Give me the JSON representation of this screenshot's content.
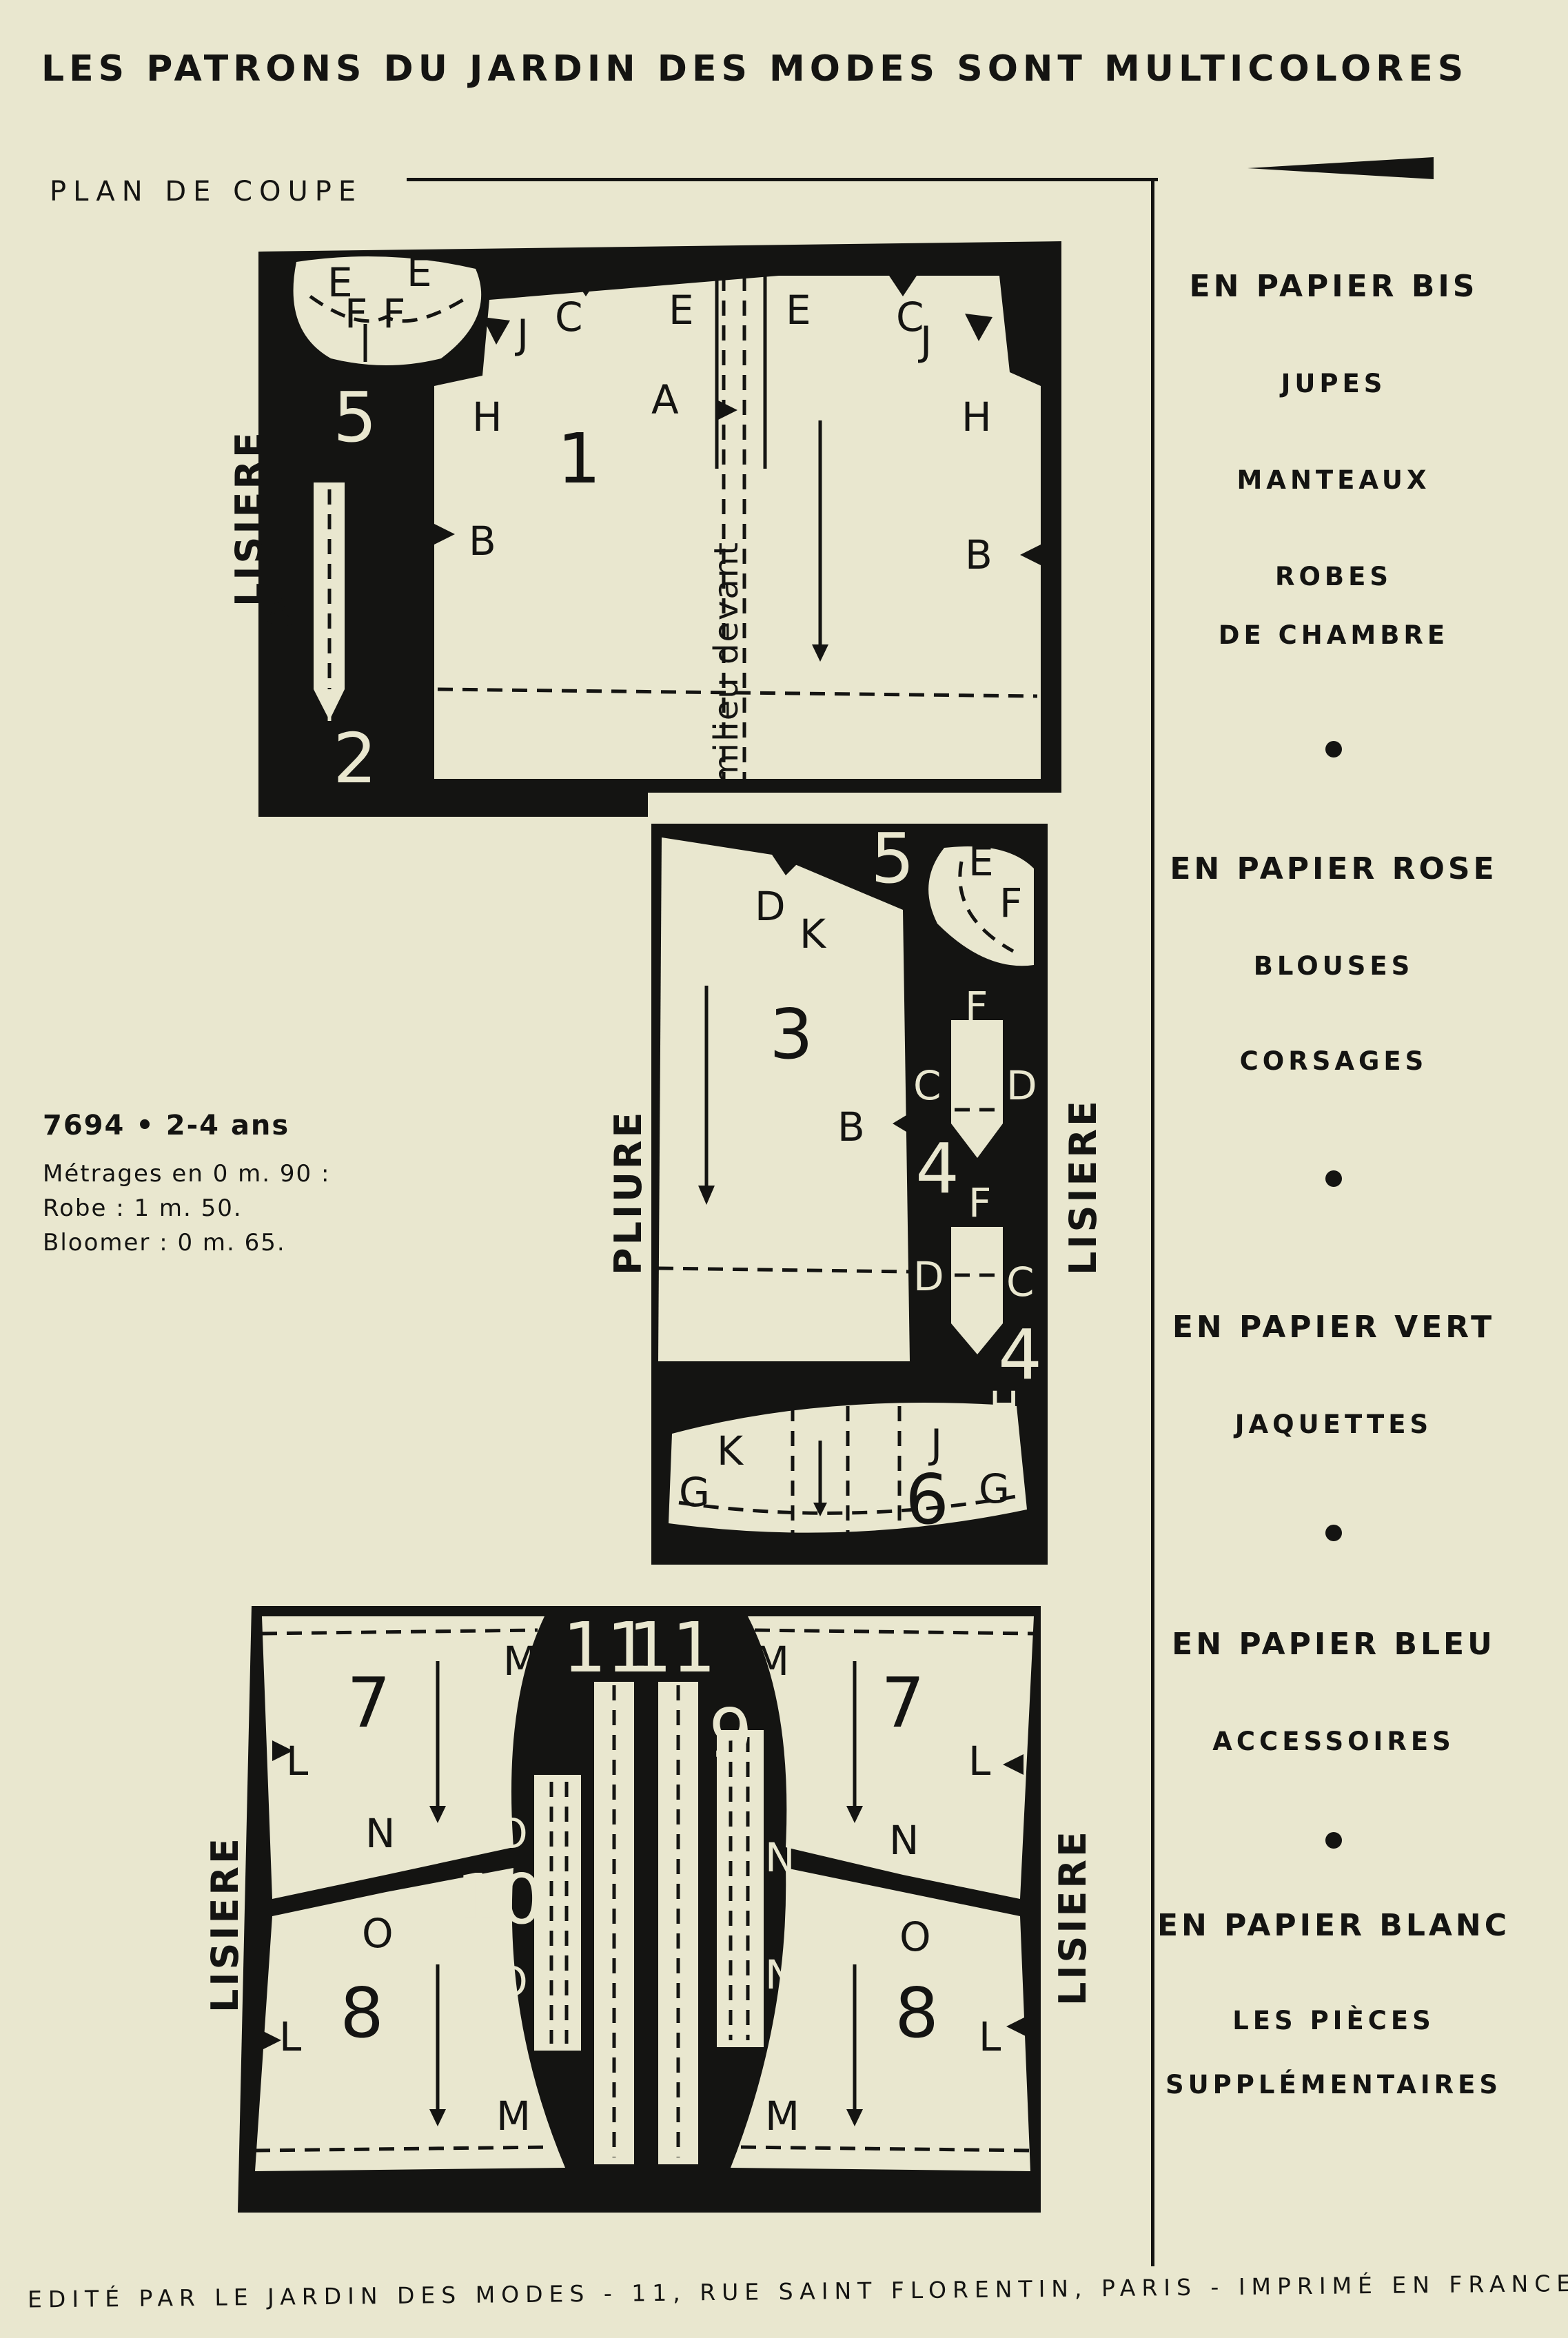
{
  "header": {
    "title": "LES PATRONS DU JARDIN DES MODES  SONT MULTICOLORES",
    "plan_label": "PLAN DE COUPE"
  },
  "paper_legend": [
    {
      "heading": "EN PAPIER BIS",
      "items": [
        "JUPES",
        "MANTEAUX",
        "ROBES",
        "DE CHAMBRE"
      ]
    },
    {
      "heading": "EN PAPIER ROSE",
      "items": [
        "BLOUSES",
        "CORSAGES"
      ]
    },
    {
      "heading": "EN PAPIER VERT",
      "items": [
        "JAQUETTES"
      ]
    },
    {
      "heading": "EN PAPIER BLEU",
      "items": [
        "ACCESSOIRES"
      ]
    },
    {
      "heading": "EN PAPIER BLANC",
      "items": [
        "LES PIÈCES",
        "SUPPLÉMENTAIRES"
      ]
    }
  ],
  "pattern_info": {
    "title": "7694 • 2-4 ans",
    "measurements": [
      "Métrages en 0 m. 90 :",
      "Robe : 1 m. 50.",
      "Bloomer : 0 m. 65."
    ]
  },
  "diagram": {
    "selvedge_label": "LISIERE",
    "fold_label": "PLIURE",
    "center_front_label": "milieu devant",
    "piece_numbers": {
      "p1": "1",
      "p2": "2",
      "p3": "3",
      "p4": "4",
      "p5": "5",
      "p6": "6",
      "p7": "7",
      "p8": "8",
      "p9": "9",
      "p10": "10",
      "p11": "11"
    },
    "notch_letters": {
      "a": "A",
      "b": "B",
      "c": "C",
      "d": "D",
      "e": "E",
      "f": "F",
      "g": "G",
      "h": "H",
      "j": "J",
      "k": "K",
      "l": "L",
      "m": "M",
      "n": "N",
      "o": "O"
    }
  },
  "footer": {
    "text": "EDITÉ PAR LE JARDIN DES MODES - 11, RUE SAINT FLORENTIN, PARIS - IMPRIMÉ EN FRANCE"
  },
  "colors": {
    "paper": "#e9e7cf",
    "ink": "#141412"
  }
}
